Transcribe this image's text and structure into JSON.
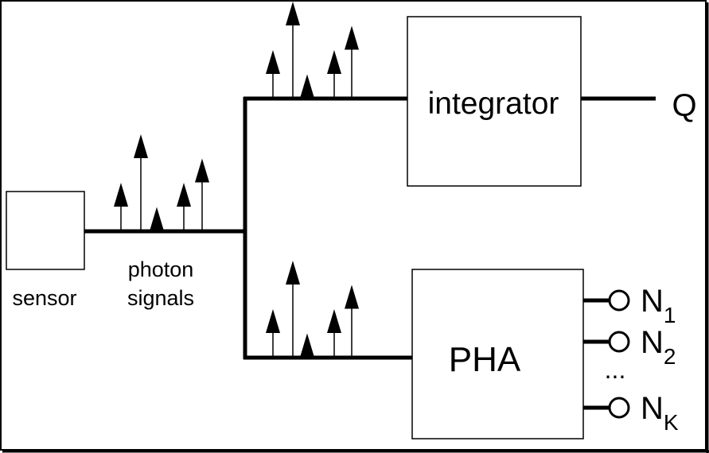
{
  "labels": {
    "sensor": "sensor",
    "photon_signals_line1": "photon",
    "photon_signals_line2": "signals",
    "integrator": "integrator",
    "q": "Q",
    "pha": "PHA",
    "n": "N",
    "n1_sub": "1",
    "n2_sub": "2",
    "nk_sub": "K",
    "ellipsis": "..."
  },
  "pulse_groups": {
    "input": [
      0.5,
      1.0,
      0.25,
      0.5,
      0.75
    ],
    "upper": [
      0.5,
      1.0,
      0.25,
      0.5,
      0.75
    ],
    "lower": [
      0.5,
      1.0,
      0.25,
      0.5,
      0.75
    ]
  }
}
